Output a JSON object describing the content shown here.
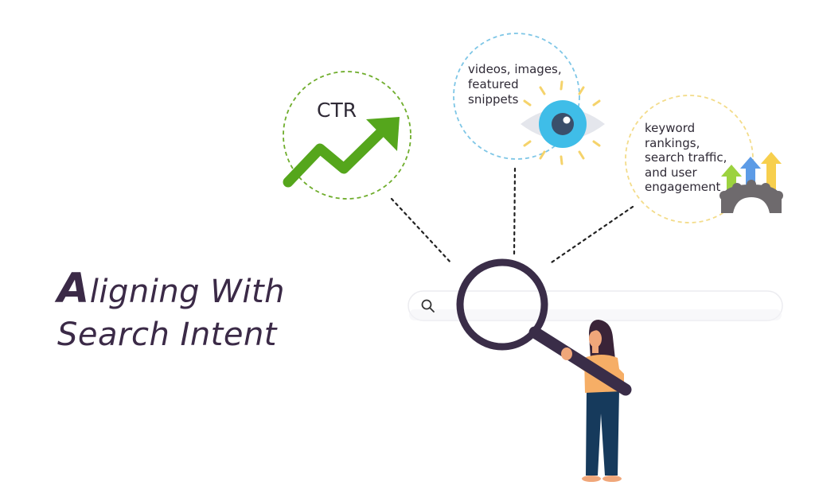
{
  "title": {
    "initial": "A",
    "line1_rest": "ligning With",
    "line2": "Search Intent"
  },
  "circles": {
    "ctr": {
      "label": "CTR",
      "icon": "trend-up-arrow-icon",
      "border_color": "#6fad2c"
    },
    "media": {
      "lines": [
        "videos, images,",
        "featured",
        "snippets"
      ],
      "icon": "eye-icon",
      "border_color": "#7ec6e6"
    },
    "metrics": {
      "lines": [
        "keyword",
        "rankings,",
        "search traffic,",
        "and user",
        "engagement"
      ],
      "icon": "gear-arrows-icon",
      "border_color": "#f3dc8a"
    }
  },
  "search_bar": {
    "icon": "search-icon"
  },
  "colors": {
    "title": "#3b2a47",
    "trend_green": "#55a61c",
    "eye_blue": "#3fbde8",
    "magnifier": "#3a2d48",
    "shirt": "#f6ae66",
    "pants": "#163a5c"
  }
}
